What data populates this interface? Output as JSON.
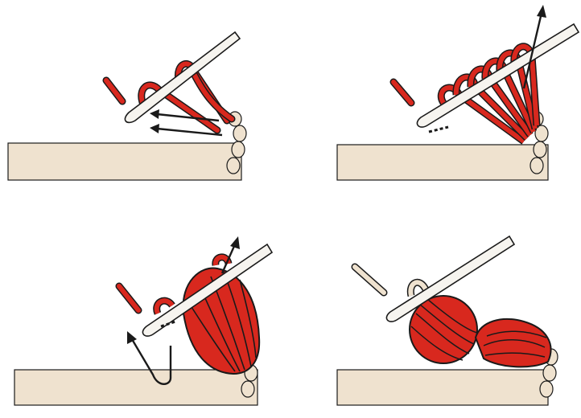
{
  "figure": {
    "colors": {
      "background": "#ffffff",
      "yarn_cream": "#efe2cf",
      "yarn_red": "#d8281e",
      "outline": "#1a1a1a",
      "hook": "#f6f4ef"
    },
    "icons": [
      "crochet-hook-icon",
      "arrow-icon",
      "yarn-loop-icon"
    ],
    "steps": [
      {
        "id": "step-1",
        "caption": ""
      },
      {
        "id": "step-2",
        "caption": ""
      },
      {
        "id": "step-3",
        "caption": ""
      },
      {
        "id": "step-4",
        "caption": ""
      }
    ]
  }
}
